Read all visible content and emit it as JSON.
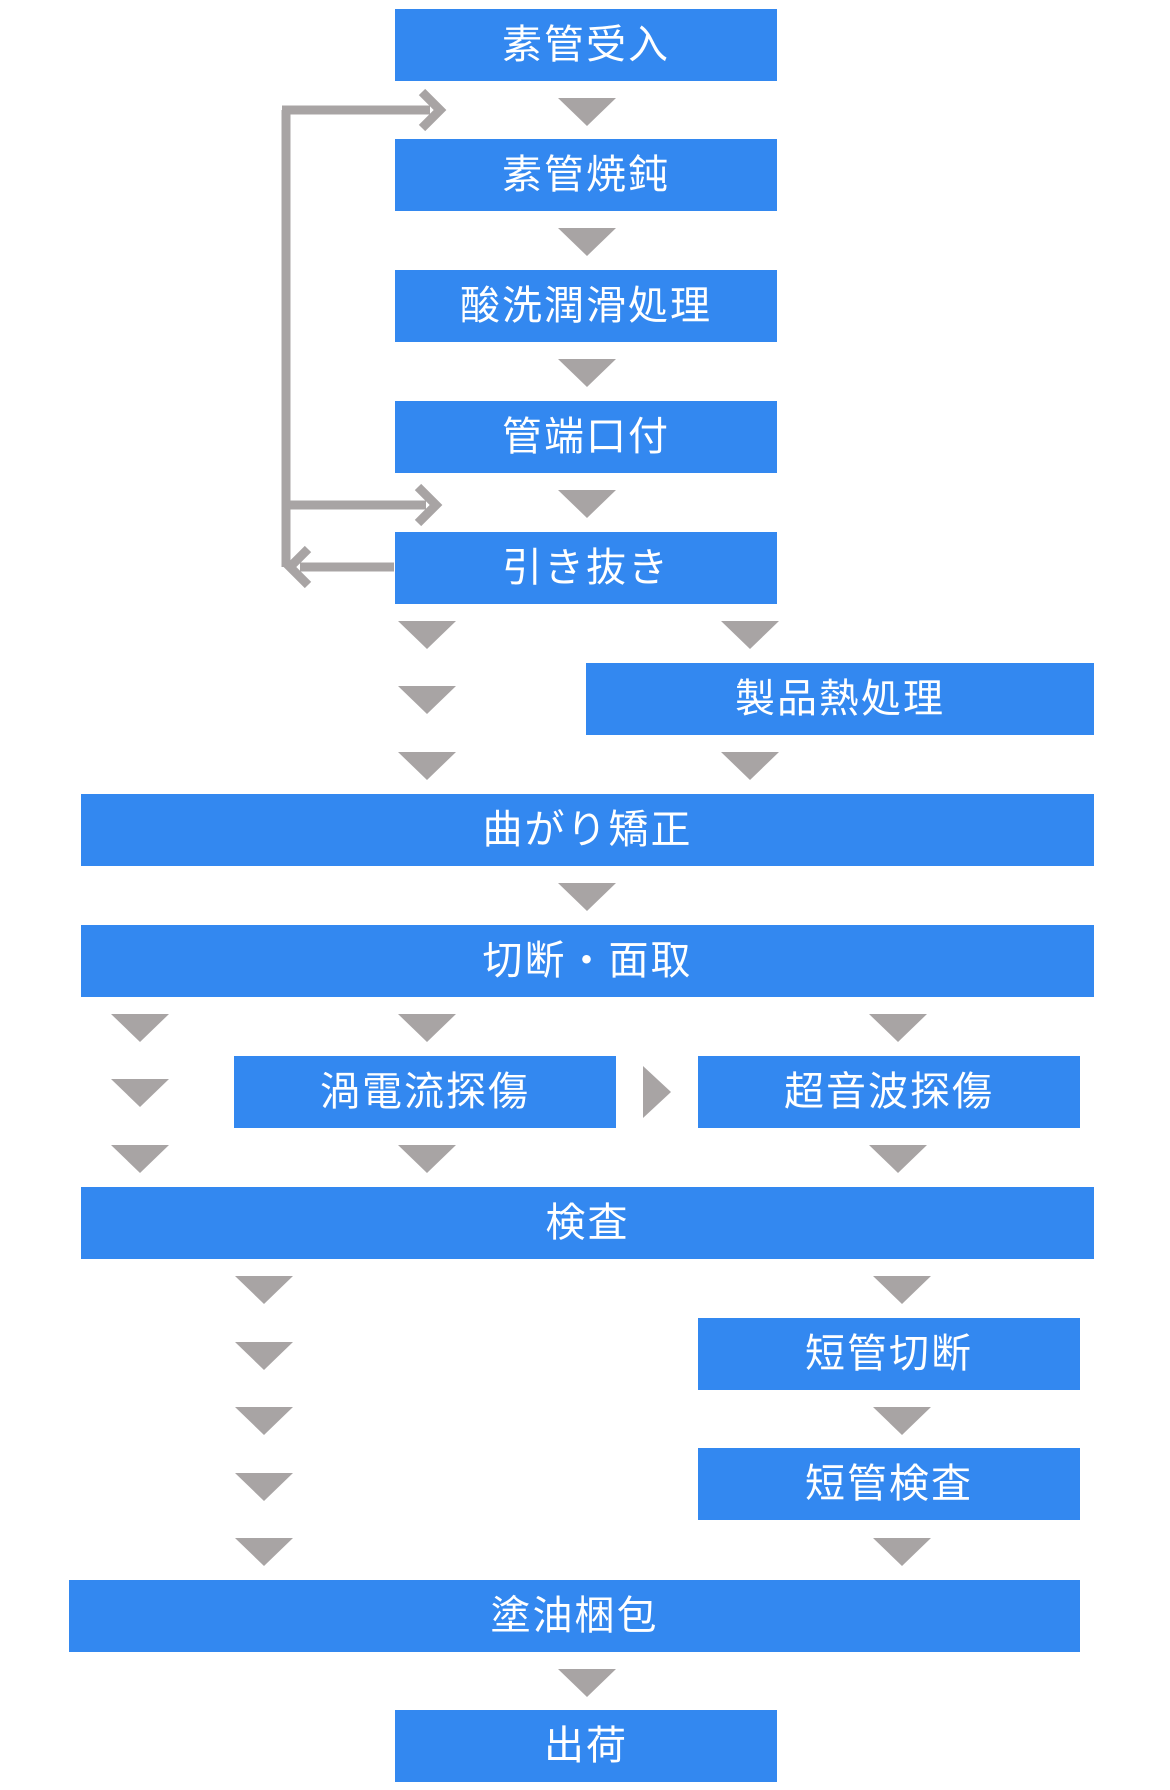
{
  "colors": {
    "box": "#3388f0",
    "arrow": "#a8a4a4",
    "text": "#ffffff"
  },
  "steps": {
    "receive": "素管受入",
    "anneal": "素管焼鈍",
    "pickling": "酸洗潤滑処理",
    "pointing": "管端口付",
    "drawing": "引き抜き",
    "heat_treatment": "製品熱処理",
    "straightening": "曲がり矯正",
    "cutting": "切断・面取",
    "eddy_current": "渦電流探傷",
    "ultrasonic": "超音波探傷",
    "inspection": "検査",
    "short_cut": "短管切断",
    "short_inspect": "短管検査",
    "oiling_packing": "塗油梱包",
    "shipping": "出荷"
  }
}
